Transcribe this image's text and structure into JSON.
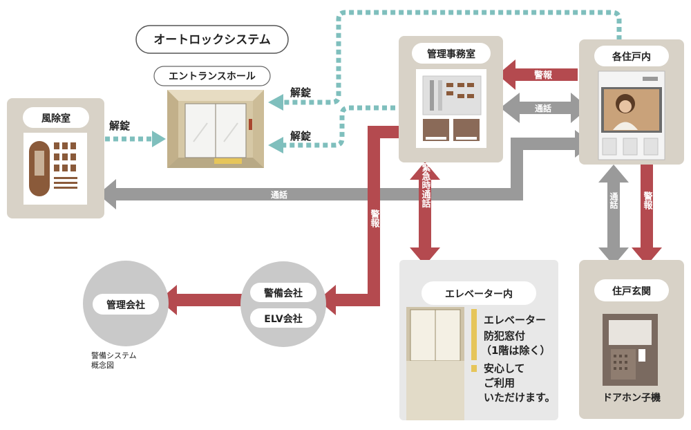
{
  "system_label": "オートロックシステム",
  "rooms": {
    "windbreak": "風除室",
    "entrance": "エントランスホール",
    "office": "管理事務室",
    "units": "各住戸内",
    "elevator": "エレベーター内",
    "entry": "住戸玄関",
    "mgmt_company": "管理会社",
    "security_company": "警備会社",
    "elv_company": "ELV会社"
  },
  "links": {
    "unlock_windbreak": "解錠",
    "unlock_top": "解錠",
    "unlock_bottom": "解錠",
    "alarm_top": "警報",
    "intercom_top": "通話",
    "intercom_long": "通話",
    "alarm_vertical": "警報",
    "emergency_call": "緊急時通話",
    "intercom_vertical": "通話",
    "alarm_right": "警報"
  },
  "elevator_notes": {
    "line1": "エレベーター",
    "line2": "防犯窓付",
    "line3": "（1階は除く）",
    "line4": "安心して",
    "line5": "ご利用",
    "line6": "いただけます。"
  },
  "door_subunit": "ドアホン子機",
  "caption": {
    "line1": "警備システム",
    "line2": "概念図"
  },
  "colors": {
    "panel": "#d8d2c7",
    "alarm": "#b44a4f",
    "intercom": "#9a9a9a",
    "unlock": "#7fbfbd",
    "circle": "#c9c9c9"
  }
}
